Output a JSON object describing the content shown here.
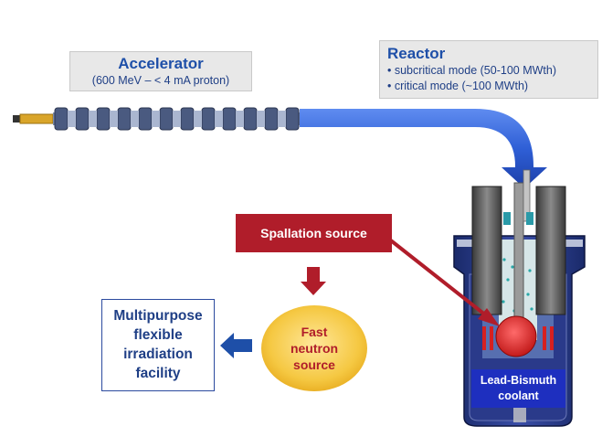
{
  "accelerator": {
    "title": "Accelerator",
    "subtitle": "(600 MeV – < 4 mA proton)"
  },
  "reactor": {
    "title": "Reactor",
    "lines": [
      "• subcritical mode (50-100 MWth)",
      "• critical mode (~100 MWth)"
    ]
  },
  "spallation": {
    "label": "Spallation source"
  },
  "fast_neutron": {
    "lines": [
      "Fast",
      "neutron",
      "source"
    ]
  },
  "facility": {
    "lines": [
      "Multipurpose",
      "flexible",
      "irradiation",
      "facility"
    ]
  },
  "coolant": {
    "lines": [
      "Lead-Bismuth",
      "coolant"
    ]
  },
  "colors": {
    "title_blue": "#1e4fa8",
    "beam_blue": "#2f5fd6",
    "spallation_red": "#b01d2a",
    "fast_neutron_yellow": "#f5c842",
    "coolant_blue": "#1e2fbf"
  }
}
